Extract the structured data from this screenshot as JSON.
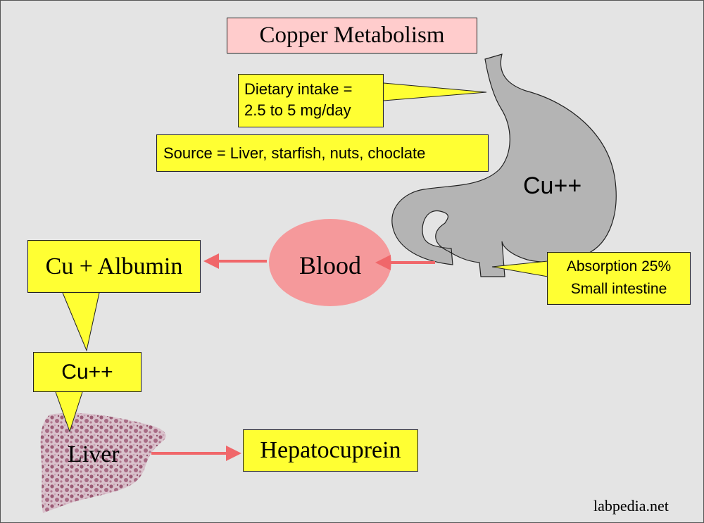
{
  "title": "Copper Metabolism",
  "dietary_intake": {
    "line1": "Dietary intake =",
    "line2": "2.5 to 5 mg/day"
  },
  "source": "Source = Liver, starfish, nuts, choclate",
  "stomach_label": "Cu++",
  "absorption": {
    "line1": "Absorption 25%",
    "line2": "Small intestine"
  },
  "blood": "Blood",
  "albumin": "Cu + Albumin",
  "cu_box": "Cu++",
  "liver": "Liver",
  "hepatocuprein": "Hepatocuprein",
  "footer": "labpedia.net",
  "colors": {
    "background": "#e4e4e4",
    "callout_yellow": "#ffff33",
    "title_pink": "#ffcccc",
    "blood_pink": "#f5999b",
    "arrow_red": "#f0676a",
    "stomach_gray": "#b4b4b4",
    "liver_maroon": "#9a5a74"
  },
  "icons": [
    "stomach-icon",
    "liver-icon"
  ]
}
